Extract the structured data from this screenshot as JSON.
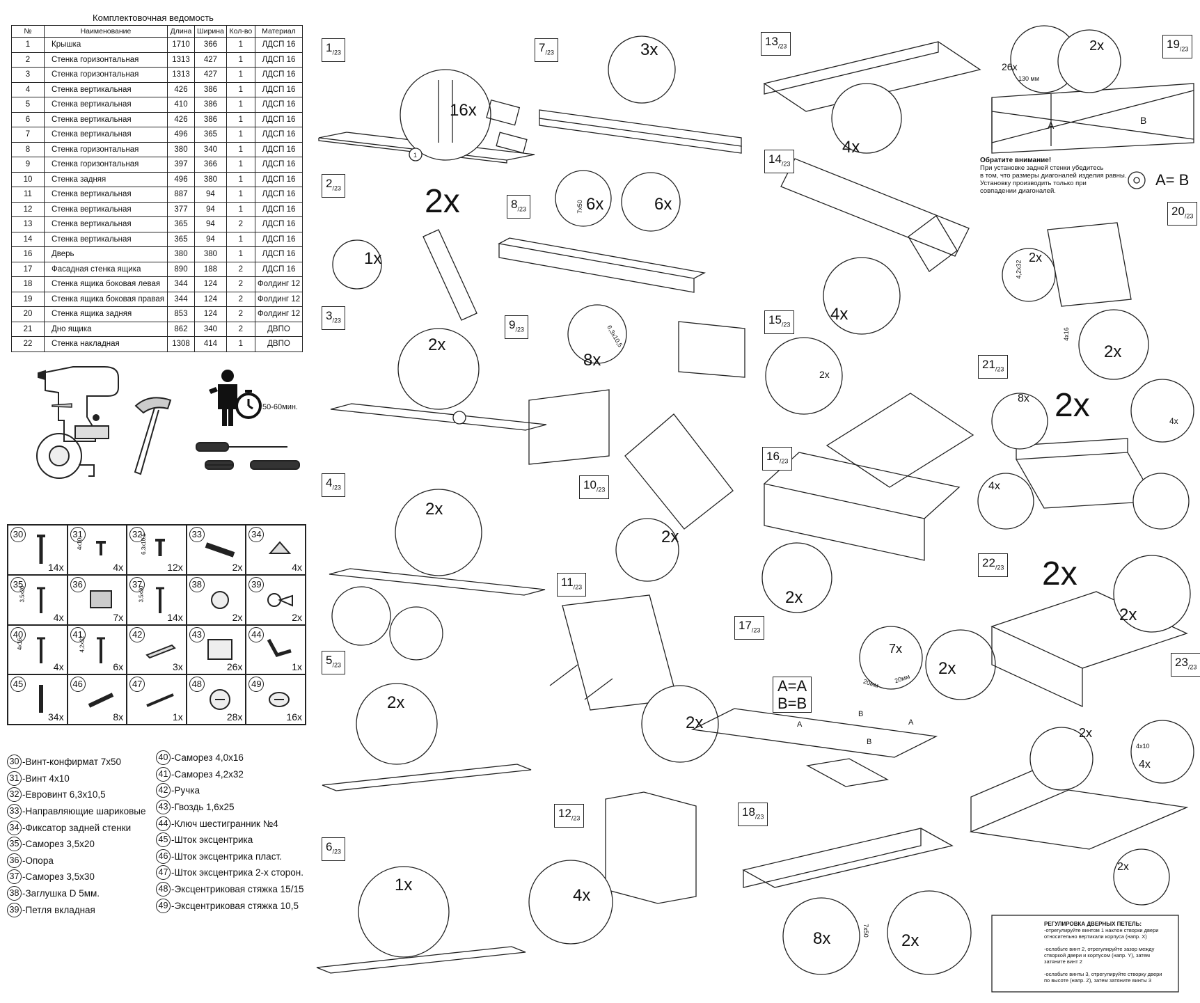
{
  "table": {
    "title": "Комплектовочная ведомость",
    "headers": [
      "№",
      "Наименование",
      "Длина",
      "Ширина",
      "Кол-во",
      "Материал"
    ],
    "rows": [
      [
        "1",
        "Крышка",
        "1710",
        "366",
        "1",
        "ЛДСП 16"
      ],
      [
        "2",
        "Стенка горизонтальная",
        "1313",
        "427",
        "1",
        "ЛДСП 16"
      ],
      [
        "3",
        "Стенка горизонтальная",
        "1313",
        "427",
        "1",
        "ЛДСП 16"
      ],
      [
        "4",
        "Стенка вертикальная",
        "426",
        "386",
        "1",
        "ЛДСП 16"
      ],
      [
        "5",
        "Стенка вертикальная",
        "410",
        "386",
        "1",
        "ЛДСП 16"
      ],
      [
        "6",
        "Стенка вертикальная",
        "426",
        "386",
        "1",
        "ЛДСП 16"
      ],
      [
        "7",
        "Стенка вертикальная",
        "496",
        "365",
        "1",
        "ЛДСП 16"
      ],
      [
        "8",
        "Стенка горизонтальная",
        "380",
        "340",
        "1",
        "ЛДСП 16"
      ],
      [
        "9",
        "Стенка горизонтальная",
        "397",
        "366",
        "1",
        "ЛДСП 16"
      ],
      [
        "10",
        "Стенка задняя",
        "496",
        "380",
        "1",
        "ЛДСП 16"
      ],
      [
        "11",
        "Стенка вертикальная",
        "887",
        "94",
        "1",
        "ЛДСП 16"
      ],
      [
        "12",
        "Стенка вертикальная",
        "377",
        "94",
        "1",
        "ЛДСП 16"
      ],
      [
        "13",
        "Стенка вертикальная",
        "365",
        "94",
        "2",
        "ЛДСП 16"
      ],
      [
        "14",
        "Стенка вертикальная",
        "365",
        "94",
        "1",
        "ЛДСП 16"
      ],
      [
        "16",
        "Дверь",
        "380",
        "380",
        "1",
        "ЛДСП 16"
      ],
      [
        "17",
        "Фасадная стенка ящика",
        "890",
        "188",
        "2",
        "ЛДСП 16"
      ],
      [
        "18",
        "Стенка ящика боковая левая",
        "344",
        "124",
        "2",
        "Фолдинг 12"
      ],
      [
        "19",
        "Стенка ящика боковая правая",
        "344",
        "124",
        "2",
        "Фолдинг 12"
      ],
      [
        "20",
        "Стенка ящика задняя",
        "853",
        "124",
        "2",
        "Фолдинг 12"
      ],
      [
        "21",
        "Дно ящика",
        "862",
        "340",
        "2",
        "ДВПО"
      ],
      [
        "22",
        "Стенка накладная",
        "1308",
        "414",
        "1",
        "ДВПО"
      ]
    ]
  },
  "tools": {
    "time": "50-60мин."
  },
  "hardware": [
    {
      "num": "30",
      "qty": "14x",
      "icon": "screw-long-icon"
    },
    {
      "num": "31",
      "qty": "4x",
      "icon": "screw-short-icon",
      "label": "4x10"
    },
    {
      "num": "32",
      "qty": "12x",
      "icon": "euroscrew-icon",
      "label": "6,3x10,5"
    },
    {
      "num": "33",
      "qty": "2x",
      "icon": "rail-icon"
    },
    {
      "num": "34",
      "qty": "4x",
      "icon": "clip-icon"
    },
    {
      "num": "35",
      "qty": "4x",
      "icon": "screw-icon",
      "label": "3,5x20"
    },
    {
      "num": "36",
      "qty": "7x",
      "icon": "foot-icon"
    },
    {
      "num": "37",
      "qty": "14x",
      "icon": "screw-icon",
      "label": "3,5x30"
    },
    {
      "num": "38",
      "qty": "2x",
      "icon": "plug-icon"
    },
    {
      "num": "39",
      "qty": "2x",
      "icon": "hinge-icon"
    },
    {
      "num": "40",
      "qty": "4x",
      "icon": "screw-icon",
      "label": "4x16"
    },
    {
      "num": "41",
      "qty": "6x",
      "icon": "screw-icon",
      "label": "4,2x32"
    },
    {
      "num": "42",
      "qty": "3x",
      "icon": "handle-icon"
    },
    {
      "num": "43",
      "qty": "26x",
      "icon": "nails-icon"
    },
    {
      "num": "44",
      "qty": "1x",
      "icon": "hex-key-icon"
    },
    {
      "num": "45",
      "qty": "34x",
      "icon": "cam-stem-icon"
    },
    {
      "num": "46",
      "qty": "8x",
      "icon": "plastic-stem-icon"
    },
    {
      "num": "47",
      "qty": "1x",
      "icon": "double-stem-icon"
    },
    {
      "num": "48",
      "qty": "28x",
      "icon": "cam-lock-icon"
    },
    {
      "num": "49",
      "qty": "16x",
      "icon": "cam-lock-small-icon"
    }
  ],
  "legend_left": [
    {
      "num": "30",
      "text": "-Винт-конфирмат 7х50"
    },
    {
      "num": "31",
      "text": "-Винт 4х10"
    },
    {
      "num": "32",
      "text": "-Евровинт 6,3х10,5"
    },
    {
      "num": "33",
      "text": "-Направляющие шариковые"
    },
    {
      "num": "34",
      "text": "-Фиксатор задней стенки"
    },
    {
      "num": "35",
      "text": "-Саморез 3,5х20"
    },
    {
      "num": "36",
      "text": "-Опора"
    },
    {
      "num": "37",
      "text": "-Саморез 3,5х30"
    },
    {
      "num": "38",
      "text": "-Заглушка D 5мм."
    },
    {
      "num": "39",
      "text": "-Петля вкладная"
    }
  ],
  "legend_right": [
    {
      "num": "40",
      "text": "-Саморез 4,0х16"
    },
    {
      "num": "41",
      "text": "-Саморез 4,2х32"
    },
    {
      "num": "42",
      "text": "-Ручка"
    },
    {
      "num": "43",
      "text": "-Гвоздь 1,6х25"
    },
    {
      "num": "44",
      "text": "-Ключ шестигранник №4"
    },
    {
      "num": "45",
      "text": "-Шток эксцентрика"
    },
    {
      "num": "46",
      "text": "-Шток эксцентрика пласт."
    },
    {
      "num": "47",
      "text": "-Шток эксцентрика 2-х сторон."
    },
    {
      "num": "48",
      "text": "-Эксцентриковая стяжка 15/15"
    },
    {
      "num": "49",
      "text": "-Эксцентриковая стяжка 10,5"
    }
  ],
  "steps": [
    {
      "n": "1",
      "of": "/23"
    },
    {
      "n": "2",
      "of": "/23"
    },
    {
      "n": "3",
      "of": "/23"
    },
    {
      "n": "4",
      "of": "/23"
    },
    {
      "n": "5",
      "of": "/23"
    },
    {
      "n": "6",
      "of": "/23"
    },
    {
      "n": "7",
      "of": "/23"
    },
    {
      "n": "8",
      "of": "/23"
    },
    {
      "n": "9",
      "of": "/23"
    },
    {
      "n": "10",
      "of": "/23"
    },
    {
      "n": "11",
      "of": "/23"
    },
    {
      "n": "12",
      "of": "/23"
    },
    {
      "n": "13",
      "of": "/23"
    },
    {
      "n": "14",
      "of": "/23"
    },
    {
      "n": "15",
      "of": "/23"
    },
    {
      "n": "16",
      "of": "/23"
    },
    {
      "n": "17",
      "of": "/23"
    },
    {
      "n": "18",
      "of": "/23"
    },
    {
      "n": "19",
      "of": "/23"
    },
    {
      "n": "20",
      "of": "/23"
    },
    {
      "n": "21",
      "of": "/23"
    },
    {
      "n": "22",
      "of": "/23"
    },
    {
      "n": "23",
      "of": "/23"
    }
  ],
  "multipliers": {
    "big": "2x",
    "s1_16x": "16x",
    "s2_1x": "1x",
    "s3_2x": "2x",
    "s4_2x": "2x",
    "s5_2x": "2x",
    "s6_1x": "1x",
    "s7_3x": "3x",
    "s8_6x_a": "6x",
    "s8_6x_b": "6x",
    "s9_8x": "8x",
    "s10_2x": "2x",
    "s11_2x": "2x",
    "s12_4x": "4x",
    "s13_4x": "4x",
    "s14_4x": "4x",
    "s15_2x": "2x",
    "s16_2x": "2x",
    "s17_7x": "7x",
    "s17_2x": "2x",
    "s18_8x": "8x",
    "s18_2x": "2x",
    "s19_2x": "2x",
    "s19_26x": "26x",
    "s20_2x_a": "2x",
    "s20_2x_b": "2x",
    "s21_8x": "8x",
    "s21_4x_a": "4x",
    "s21_4x_b": "4x",
    "s22_2x": "2x",
    "s23_2x_a": "2x",
    "s23_4x": "4x",
    "s23_2x_b": "2x"
  },
  "labels": {
    "screw_7x50": "7x50",
    "screw_6_3": "6,3x10,5",
    "screw_4x16": "4x16",
    "screw_4_2x32": "4,2x32",
    "screw_3_5x20": "3,5x20",
    "screw_4x10": "4x10",
    "screw_3_5x30": "3,5x30",
    "mm130": "130 мм",
    "mm20a": "20мм",
    "mm20b": "20мм",
    "dimA1": "A",
    "dimA2": "A",
    "dimB1": "B",
    "dimB2": "B",
    "diagA": "A",
    "diagB": "B"
  },
  "notes": {
    "attention_title": "Обратите внимание!",
    "attention_body": [
      "При установке задней стенки убедитесь",
      "в том, что размеры диагоналей изделия равны.",
      "Установку производить только при",
      "совпадении диагоналей."
    ],
    "ab_equal": "A= B",
    "eq_a": "A=A",
    "eq_b": "B=B",
    "hinge_title": "РЕГУЛИРОВКА ДВЕРНЫХ ПЕТЕЛЬ:",
    "hinge_lines": [
      "-отрегулируйте винтом 1 наклон створки двери",
      "относительно вертикали корпуса (напр. X)",
      "",
      "-ослабьте винт 2, отрегулируйте зазор между",
      "створкой двери и корпусом (напр. Y), затем",
      "затяните винт 2",
      "",
      "-ослабьте винты 3, отрегулируйте створку двери",
      "по высоте (напр. Z), затем затяните винты 3"
    ]
  }
}
